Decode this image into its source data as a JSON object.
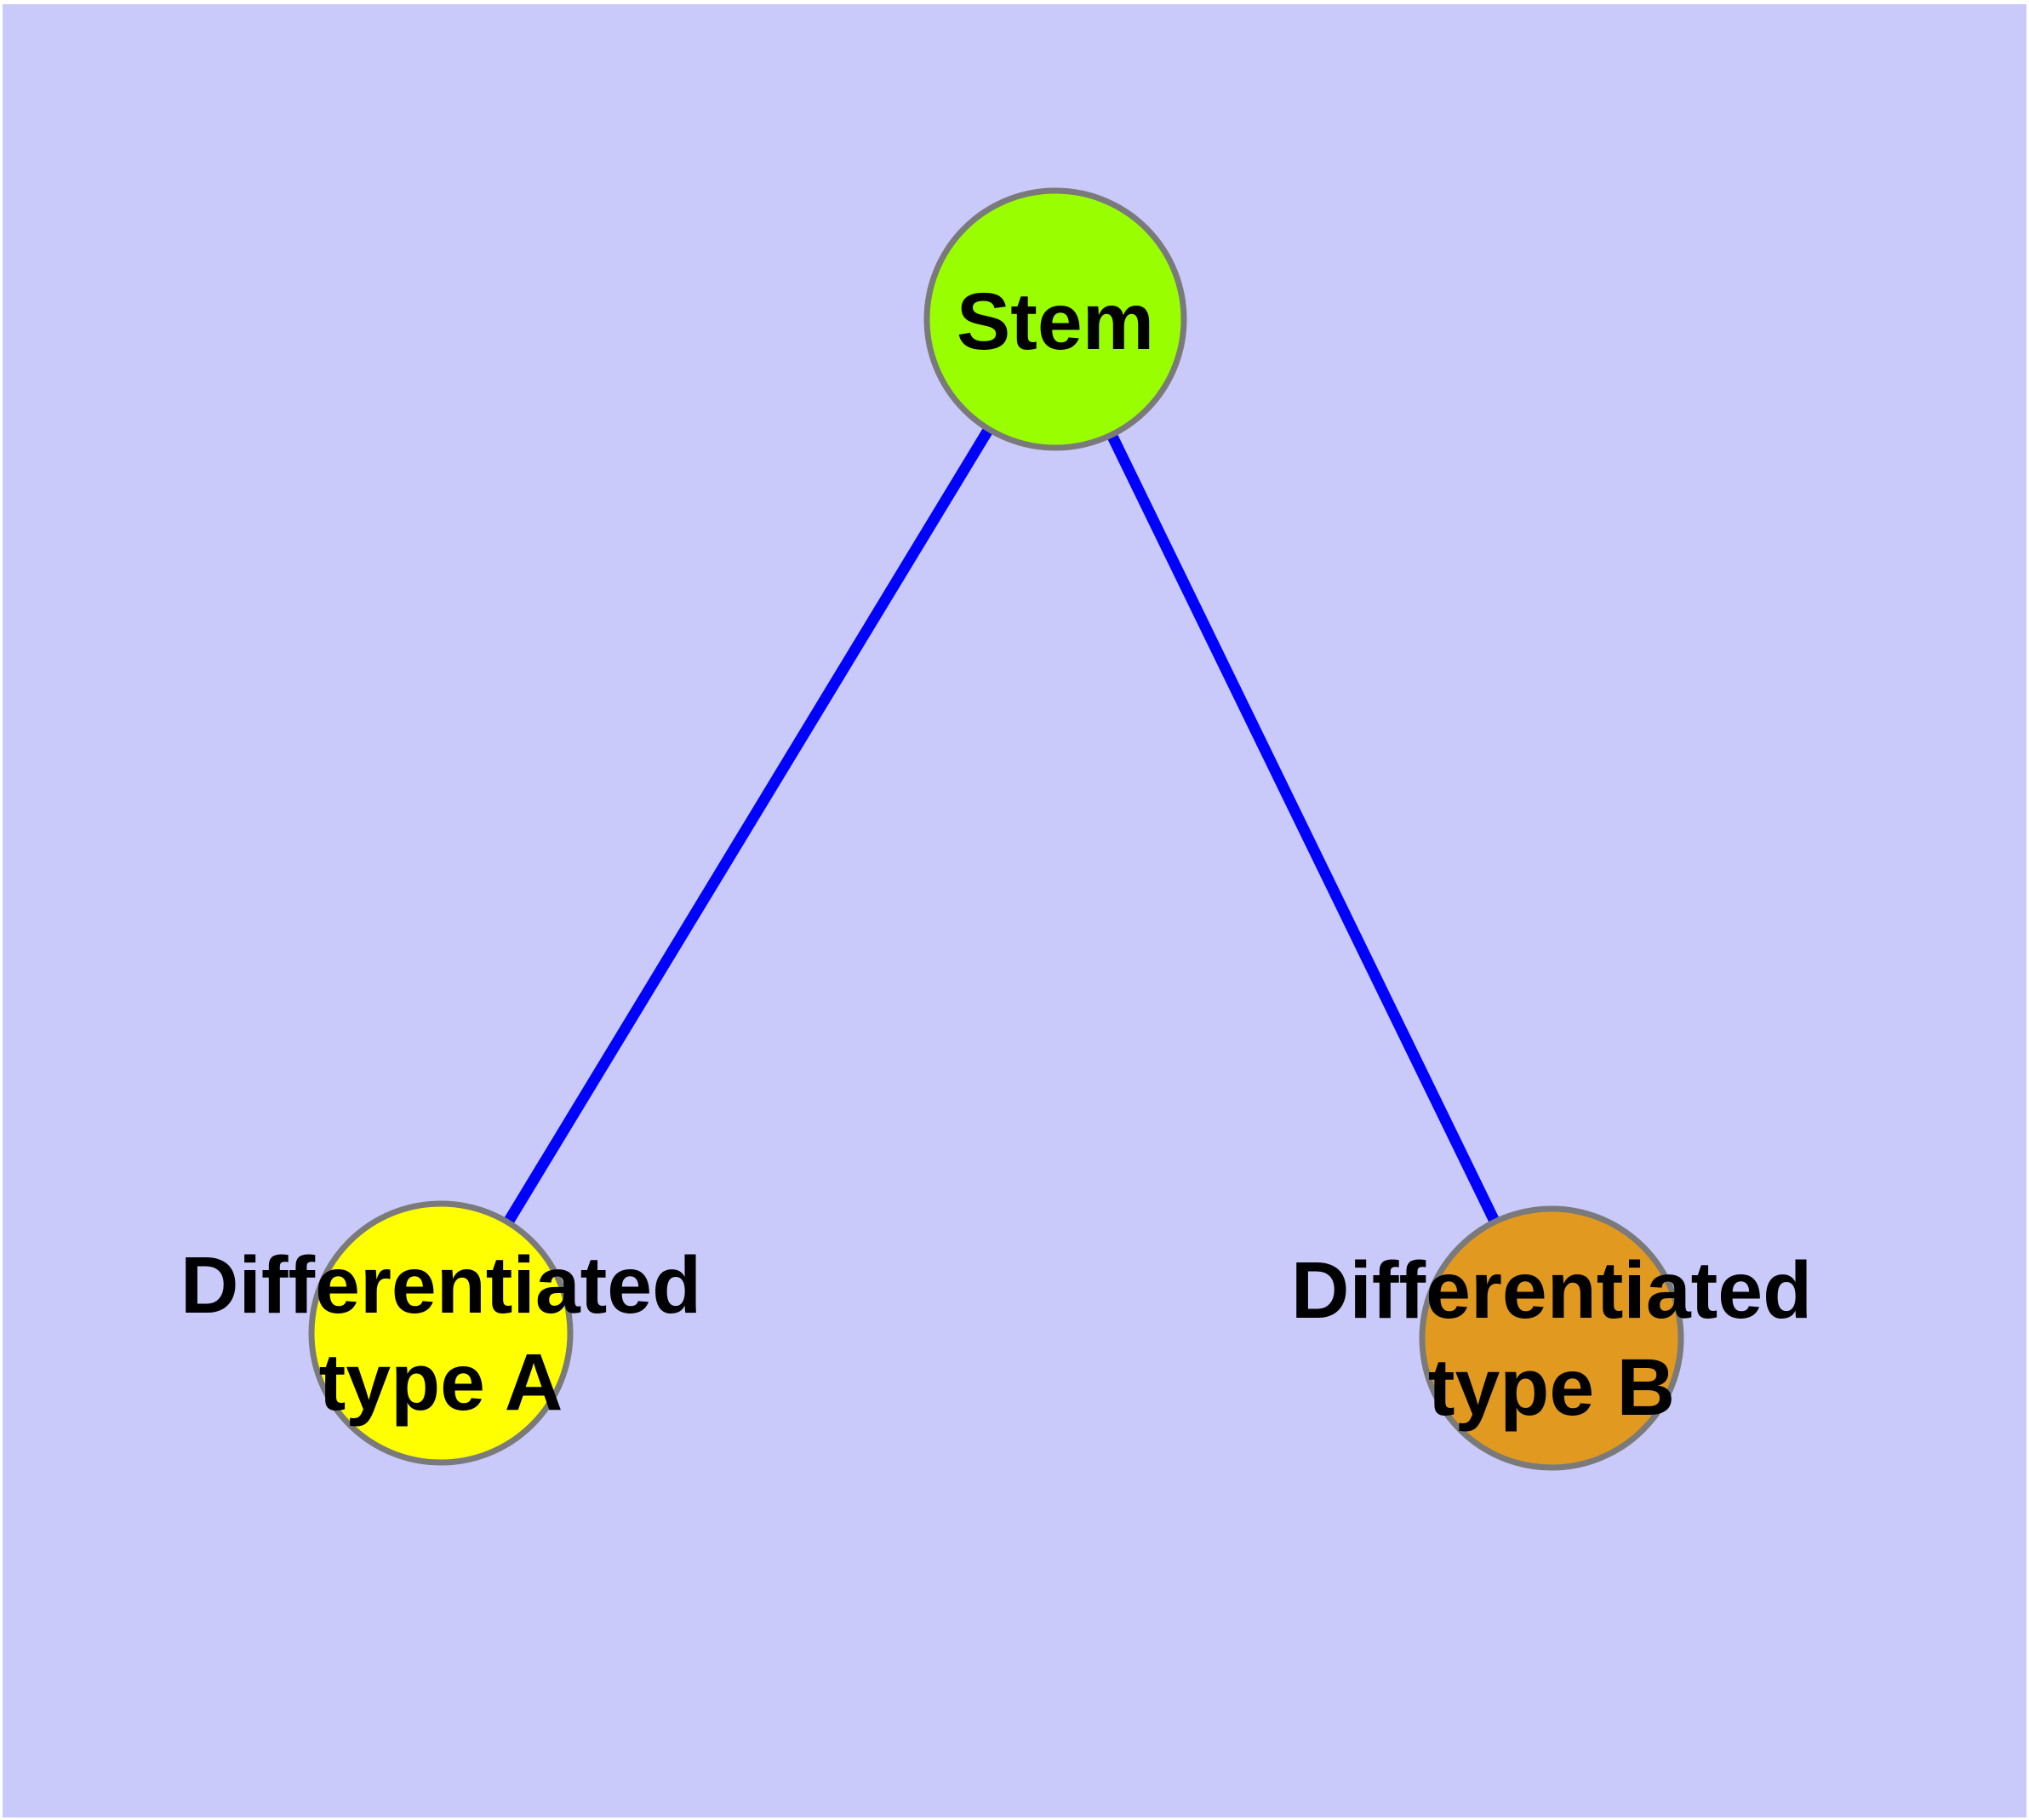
{
  "figure": {
    "background_color": "#C9C9FA",
    "margin_color": "#FFFFFF"
  },
  "graph": {
    "edge_color": "#0000FF",
    "node_border_color": "#7A7A7A",
    "label_color": "#000000",
    "nodes": [
      {
        "id": "stem",
        "label": "Stem",
        "fill_color": "#99FF00"
      },
      {
        "id": "differentiated-type-a",
        "label": "Differentiated\ntype A",
        "fill_color": "#FFFF00"
      },
      {
        "id": "differentiated-type-b",
        "label": "Differentiated\ntype B",
        "fill_color": "#E2991F"
      }
    ],
    "edges": [
      {
        "from": "Stem",
        "to": "Differentiated type A"
      },
      {
        "from": "Stem",
        "to": "Differentiated type B"
      }
    ]
  }
}
